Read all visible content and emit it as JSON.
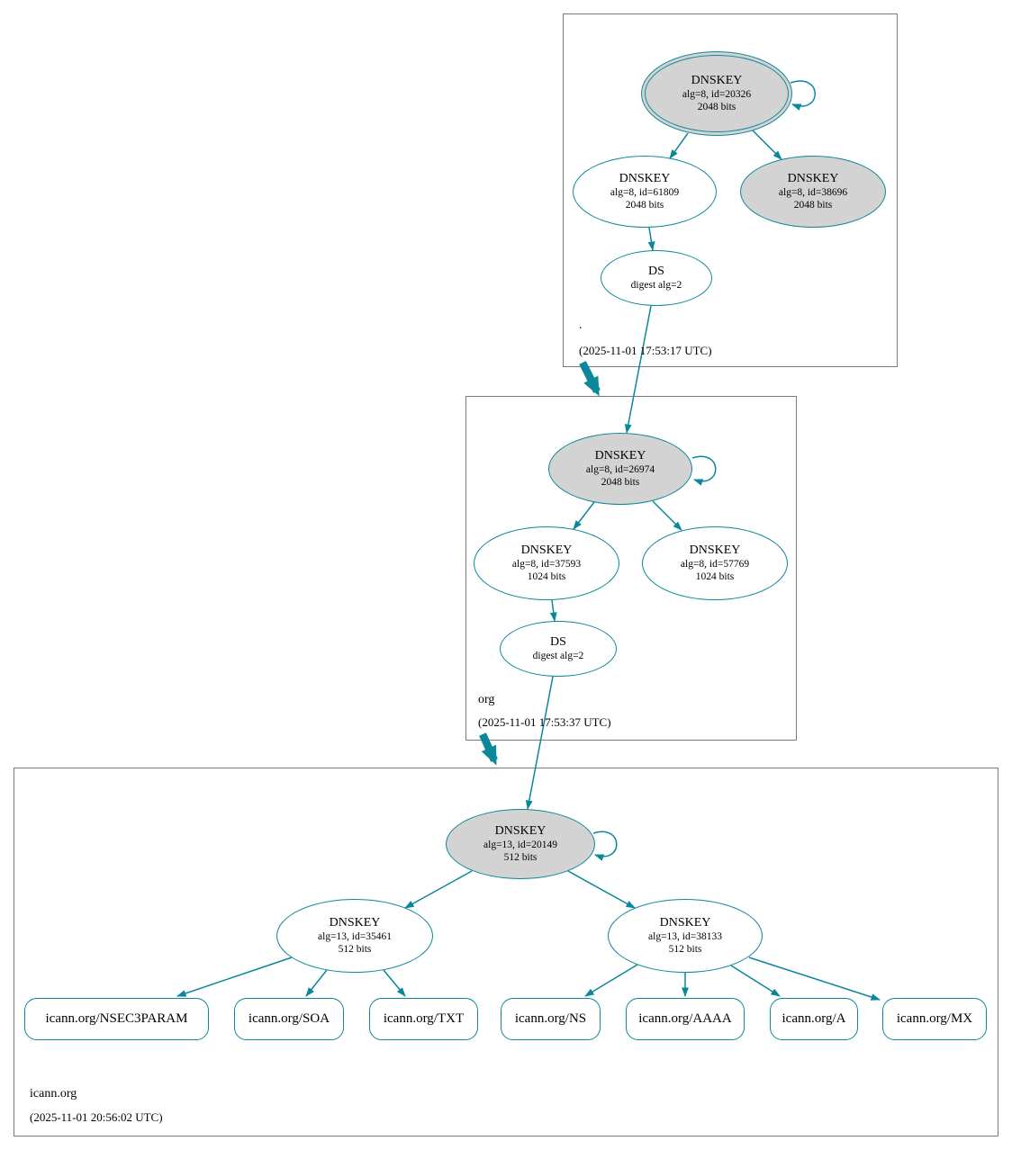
{
  "colors": {
    "secure": "#0a879a",
    "ksk_fill": "#d3d3d3",
    "node_fill": "#ffffff"
  },
  "zones": {
    "root": {
      "label": ".",
      "timestamp": "(2025-11-01 17:53:17 UTC)",
      "ksk": {
        "title": "DNSKEY",
        "detail": "alg=8, id=20326",
        "bits": "2048 bits"
      },
      "zsk": {
        "title": "DNSKEY",
        "detail": "alg=8, id=61809",
        "bits": "2048 bits"
      },
      "dnskey3": {
        "title": "DNSKEY",
        "detail": "alg=8, id=38696",
        "bits": "2048 bits"
      },
      "ds": {
        "title": "DS",
        "detail": "digest alg=2"
      }
    },
    "org": {
      "label": "org",
      "timestamp": "(2025-11-01 17:53:37 UTC)",
      "ksk": {
        "title": "DNSKEY",
        "detail": "alg=8, id=26974",
        "bits": "2048 bits"
      },
      "zsk1": {
        "title": "DNSKEY",
        "detail": "alg=8, id=37593",
        "bits": "1024 bits"
      },
      "zsk2": {
        "title": "DNSKEY",
        "detail": "alg=8, id=57769",
        "bits": "1024 bits"
      },
      "ds": {
        "title": "DS",
        "detail": "digest alg=2"
      }
    },
    "icann": {
      "label": "icann.org",
      "timestamp": "(2025-11-01 20:56:02 UTC)",
      "ksk": {
        "title": "DNSKEY",
        "detail": "alg=13, id=20149",
        "bits": "512 bits"
      },
      "zsk1": {
        "title": "DNSKEY",
        "detail": "alg=13, id=35461",
        "bits": "512 bits"
      },
      "zsk2": {
        "title": "DNSKEY",
        "detail": "alg=13, id=38133",
        "bits": "512 bits"
      },
      "rrsets": [
        "icann.org/NSEC3PARAM",
        "icann.org/SOA",
        "icann.org/TXT",
        "icann.org/NS",
        "icann.org/AAAA",
        "icann.org/A",
        "icann.org/MX"
      ]
    }
  }
}
